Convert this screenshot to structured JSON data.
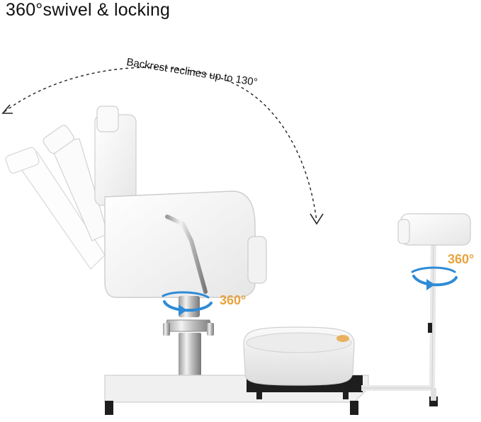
{
  "heading": "360°swivel & locking",
  "recline_label": "Backrest reclines up to 130°",
  "swivel_label_chair": "360°",
  "swivel_label_footrest": "360°",
  "colors": {
    "accent_orange": "#e8a33d",
    "swivel_arrow_blue": "#2f8bd6",
    "upholstery_white": "#f4f4f4",
    "base_black": "#1e1e1e"
  },
  "icons": [
    "swivel-arrow-icon",
    "recline-arc-arrow-icon"
  ]
}
